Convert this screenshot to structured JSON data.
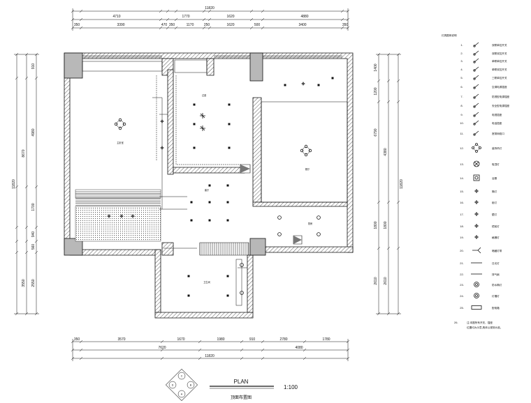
{
  "dims_top_total": "11820",
  "dims_top_mid": [
    "4710",
    "1770",
    "1620",
    "4880"
  ],
  "dims_top_inner": [
    "350",
    "3390",
    "470",
    "350",
    "1170",
    "250",
    "1620",
    "500",
    "3400",
    "350"
  ],
  "dims_bottom_inner": [
    "350",
    "3570",
    "1670",
    "1980",
    "910",
    "2780",
    "1780"
  ],
  "dims_bottom_mid": [
    "7620",
    "4080"
  ],
  "dims_bottom_total": "11820",
  "dims_left_total": "11820",
  "dims_left_mid": [
    "8670",
    "3550"
  ],
  "dims_left_inner": [
    "910",
    "4980",
    "1700",
    "940",
    "560",
    "2550"
  ],
  "dims_right_total": "11820",
  "dims_right_inner": [
    "1400",
    "1200",
    "6790",
    "1800",
    "2610"
  ],
  "dims_right_mid": [
    "4380",
    "1800",
    "2610"
  ],
  "room_labels": [
    "主卧室",
    "过道",
    "客厅",
    "餐厅",
    "厨房",
    "卫生间"
  ],
  "legend_title": "灯具图例说明",
  "legend_items": [
    {
      "num": "1.",
      "text": "双联单控开关"
    },
    {
      "num": "2.",
      "text": "双联双控开关"
    },
    {
      "num": "3.",
      "text": "单联单控开关"
    },
    {
      "num": "4.",
      "text": "单联双控开关"
    },
    {
      "num": "5.",
      "text": "三联单控开关"
    },
    {
      "num": "6.",
      "text": "空调电源插座"
    },
    {
      "num": "7.",
      "text": "防溅型电源插座"
    },
    {
      "num": "8.",
      "text": "安全型电源插座"
    },
    {
      "num": "9.",
      "text": "电视插座"
    },
    {
      "num": "10.",
      "text": "电话插座"
    },
    {
      "num": "11.",
      "text": "宽带网络口"
    },
    {
      "num": "12.",
      "text": "装饰吊灯"
    },
    {
      "num": "13.",
      "text": "吸顶灯"
    },
    {
      "num": "14.",
      "text": "浴霸"
    },
    {
      "num": "15.",
      "text": "筒灯"
    },
    {
      "num": "16.",
      "text": "射灯"
    },
    {
      "num": "17.",
      "text": "壁灯"
    },
    {
      "num": "18.",
      "text": "镜前灯"
    },
    {
      "num": "19.",
      "text": "格栅灯"
    },
    {
      "num": "20.",
      "text": "暗藏灯带"
    },
    {
      "num": "21.",
      "text": "日光灯"
    },
    {
      "num": "22.",
      "text": "排气扇"
    },
    {
      "num": "23.",
      "text": "防水筒灯"
    },
    {
      "num": "24.",
      "text": "灯槽灯"
    },
    {
      "num": "25.",
      "text": "配电箱"
    }
  ],
  "legend_note_num": "26.",
  "legend_note": [
    "注:本图所有开关、插座",
    "位置均为示意,具体以现场为准。"
  ],
  "title": "PLAN",
  "scale": "1:100",
  "subtitle": "顶面布置图",
  "axis_labels": [
    "C",
    "D",
    "B",
    "A"
  ]
}
